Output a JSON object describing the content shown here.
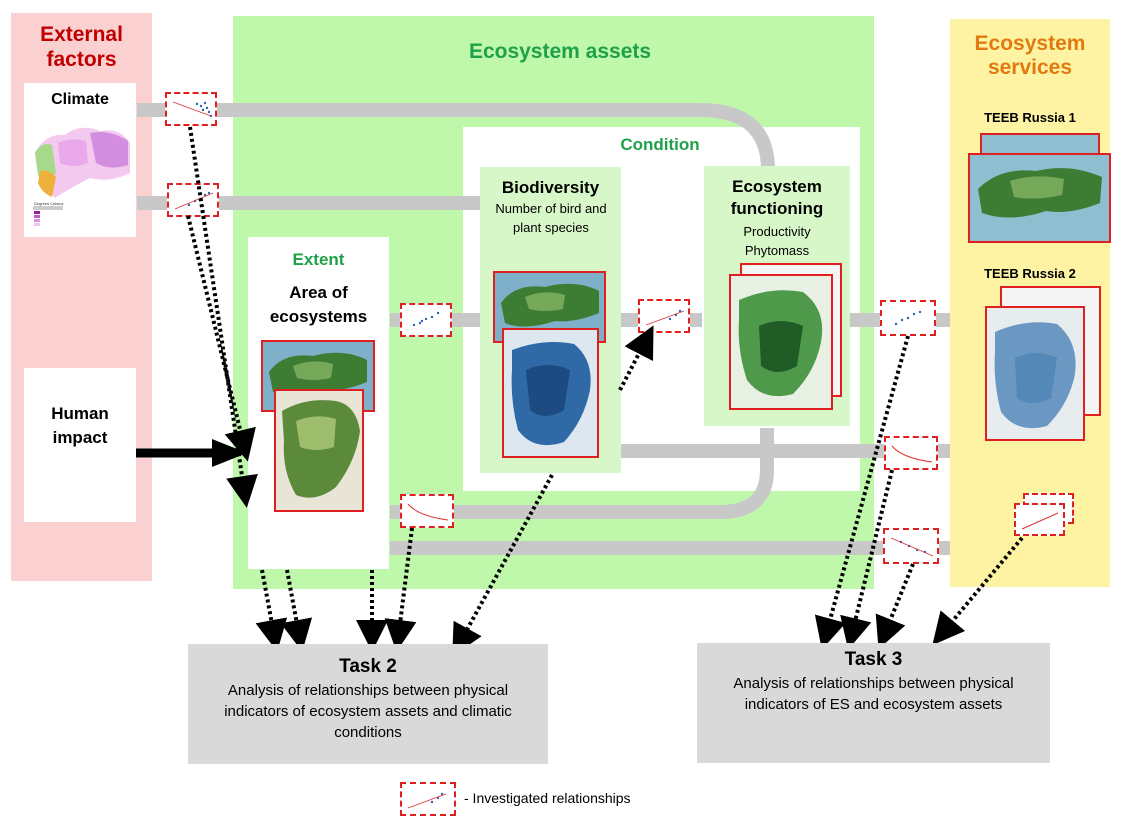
{
  "panels": {
    "external": {
      "title": "External factors",
      "climate": "Climate",
      "climate_legend_title": "Degrees Celsius",
      "human": "Human impact"
    },
    "assets": {
      "title": "Ecosystem assets",
      "condition": "Condition",
      "extent_label": "Extent",
      "extent_title": "Area of ecosystems",
      "biodiversity_title": "Biodiversity",
      "biodiversity_sub": "Number of bird and plant species",
      "functioning_title": "Ecosystem functioning",
      "functioning_sub1": "Productivity",
      "functioning_sub2": "Phytomass"
    },
    "services": {
      "title": "Ecosystem services",
      "teeb1": "TEEB Russia 1",
      "teeb2": "TEEB Russia 2"
    }
  },
  "tasks": {
    "task2": {
      "title": "Task 2",
      "text": "Analysis of relationships between physical indicators of ecosystem assets and climatic conditions"
    },
    "task3": {
      "title": "Task 3",
      "text": "Analysis of relationships between physical indicators of ES and ecosystem assets"
    }
  },
  "legend": {
    "label": "- Investigated relationships"
  },
  "colors": {
    "external_bg": "#fbd0d0",
    "assets_bg": "#bff7ab",
    "services_bg": "#fdf3a3",
    "task_bg": "#d9d9d9",
    "connector": "#c8c8c8",
    "highlight": "#e02020"
  }
}
